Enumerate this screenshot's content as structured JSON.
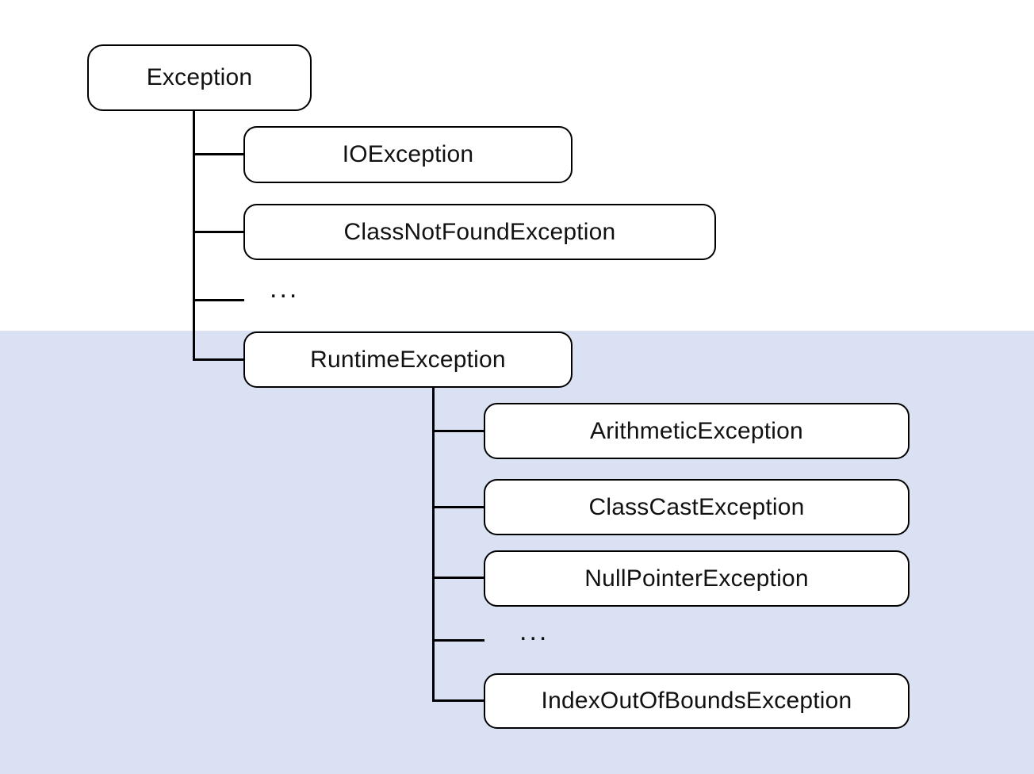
{
  "diagram": {
    "title_semantic": "Java exception class hierarchy",
    "colors": {
      "page_background": "#ffffff",
      "band_background": "#d9e1f2",
      "node_fill": "#ffffff",
      "node_border": "#000000",
      "connector": "#000000",
      "text": "#111111"
    },
    "nodes": {
      "exception": {
        "label": "Exception"
      },
      "io_exception": {
        "label": "IOException"
      },
      "class_not_found": {
        "label": "ClassNotFoundException"
      },
      "ellipsis_level1": {
        "label": "..."
      },
      "runtime_exception": {
        "label": "RuntimeException"
      },
      "arithmetic": {
        "label": "ArithmeticException"
      },
      "class_cast": {
        "label": "ClassCastException"
      },
      "null_pointer": {
        "label": "NullPointerException"
      },
      "ellipsis_level2": {
        "label": "..."
      },
      "index_out_of_bounds": {
        "label": "IndexOutOfBoundsException"
      }
    },
    "hierarchy": {
      "root": "Exception",
      "children_of_root": [
        "IOException",
        "ClassNotFoundException",
        "...",
        "RuntimeException"
      ],
      "children_of_runtime": [
        "ArithmeticException",
        "ClassCastException",
        "NullPointerException",
        "...",
        "IndexOutOfBoundsException"
      ]
    }
  }
}
